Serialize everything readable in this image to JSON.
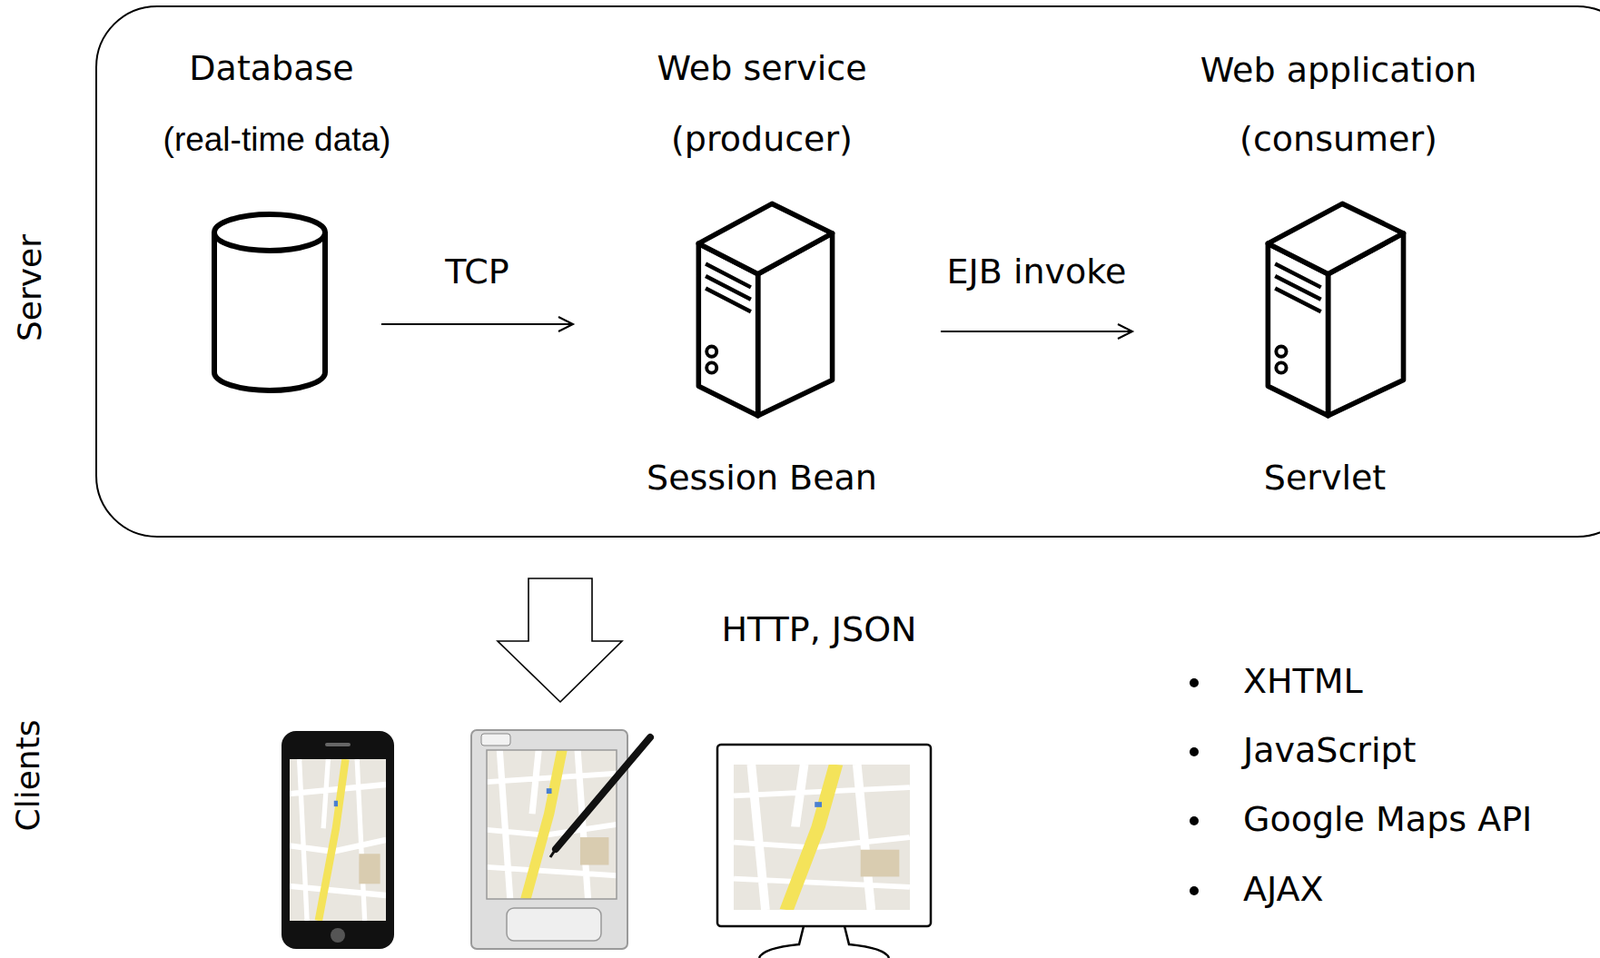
{
  "diagram": {
    "nodes": [
      {
        "text": [
          "Server"
        ]
      },
      {
        "text": [
          "Database",
          "(real-time data)"
        ],
        "in": 0
      },
      {
        "text": [
          "Web service",
          "(producer)",
          "Session Bean"
        ],
        "in": 0
      },
      {
        "text": [
          "Web application",
          "(consumer)",
          "Servlet"
        ],
        "in": 0
      }
    ],
    "edges": [
      {
        "from": 1,
        "to": 2,
        "arrow": "to",
        "label": "TCP"
      },
      {
        "from": 2,
        "to": 3,
        "arrow": "to",
        "label": "EJB invoke"
      }
    ],
    "labels": [
      "Clients",
      "HTTP, JSON",
      "XHTML",
      "JavaScript",
      "Google Maps API",
      "AJAX"
    ]
  }
}
